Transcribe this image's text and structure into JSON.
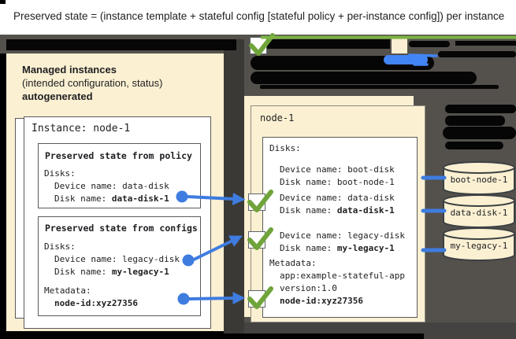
{
  "title": "Preserved state = (instance template + stateful config [stateful policy + per-instance config]) per instance",
  "colors": {
    "panel_cream": "#FBF0D2",
    "background_gray": "#54514C",
    "redaction_black": "#060606",
    "accent_blue": "#3E7CE0",
    "accent_green_line": "#7CB342",
    "checkmark_green": "#6FA43A"
  },
  "icons": {
    "checkmark": "green check mark in white box",
    "disk": "database cylinder",
    "arrow": "blue connector arrow",
    "dot": "blue anchor dot"
  },
  "left_panel": {
    "title_bold": "Managed instances",
    "subtitle": "(intended configuration, status)",
    "note_bold": "autogenerated",
    "instance": {
      "title": "Instance: node-1",
      "policy_box": {
        "title": "Preserved state from policy",
        "disks_label": "Disks:",
        "device": "Device name: data-disk",
        "disk_prefix": "Disk name: ",
        "disk_value": "data-disk-1"
      },
      "configs_box": {
        "title": "Preserved state from configs",
        "disks_label": "Disks:",
        "device": "Device name: legacy-disk",
        "disk_prefix": "Disk name: ",
        "disk_value": "my-legacy-1",
        "metadata_label": "Metadata:",
        "metadata_value": "node-id:xyz27356"
      }
    }
  },
  "right_panel": {
    "title": "node-1",
    "disks_label": "Disks:",
    "boot": {
      "device": "Device name: boot-disk",
      "disk": "Disk name: boot-node-1"
    },
    "data": {
      "device": "Device name: data-disk",
      "disk_prefix": "Disk name: ",
      "disk_value": "data-disk-1"
    },
    "legacy": {
      "device": "Device name: legacy-disk",
      "disk_prefix": "Disk name: ",
      "disk_value": "my-legacy-1"
    },
    "metadata": {
      "label": "Metadata:",
      "app": "app:example-stateful-app",
      "version": "version:1.0",
      "node_bold": "node-id:xyz27356"
    }
  },
  "disks": [
    {
      "label": "boot-node-1"
    },
    {
      "label": "data-disk-1"
    },
    {
      "label": "my-legacy-1"
    }
  ]
}
